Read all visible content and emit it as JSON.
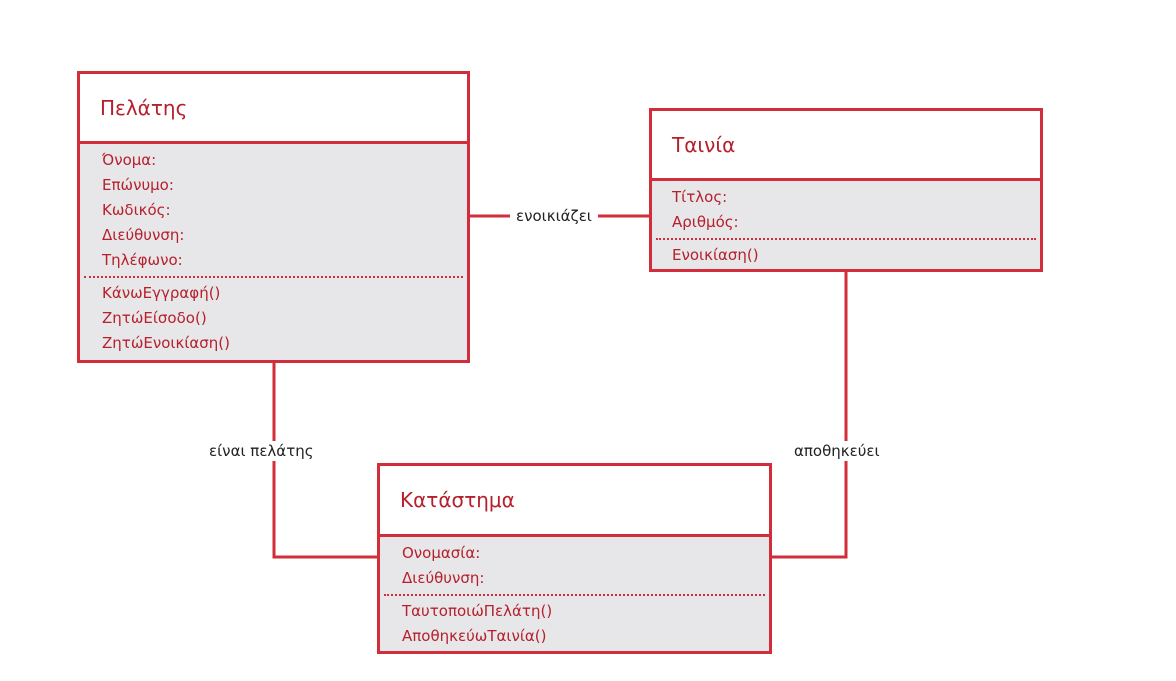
{
  "colors": {
    "accent": "#d22d3a",
    "text": "#b6202c",
    "fill": "#e7e7e9",
    "label": "#222222"
  },
  "classes": {
    "customer": {
      "name": "Πελάτης",
      "attributes": [
        "Όνομα:",
        "Επώνυμο:",
        "Κωδικός:",
        "Διεύθυνση:",
        "Τηλέφωνο:"
      ],
      "operations": [
        "ΚάνωΕγγραφή()",
        "ΖητώΕίσοδο()",
        "ΖητώΕνοικίαση()"
      ]
    },
    "movie": {
      "name": "Ταινία",
      "attributes": [
        "Τίτλος:",
        "Αριθμός:"
      ],
      "operations": [
        "Ενοικίαση()"
      ]
    },
    "store": {
      "name": "Κατάστημα",
      "attributes": [
        "Ονομασία:",
        "Διεύθυνση:"
      ],
      "operations": [
        "ΤαυτοποιώΠελάτη()",
        "ΑποθηκεύωΤαινία()"
      ]
    }
  },
  "associations": {
    "rents": "ενοικιάζει",
    "is_customer": "είναι πελάτης",
    "stores": "αποθηκεύει"
  }
}
